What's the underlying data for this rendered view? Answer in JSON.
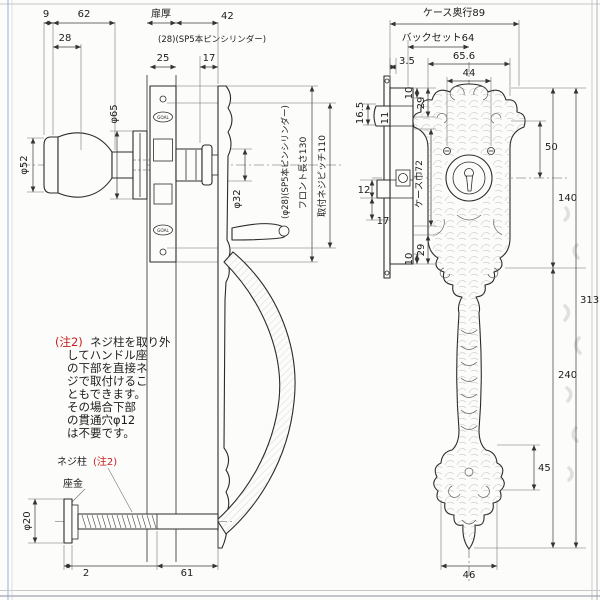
{
  "doc": {
    "paper": "#fcfcfa",
    "ink": "#2b2b2b",
    "dim_color": "#3c3c3c",
    "red": "#c41f1f",
    "teal": "#8fbfae"
  },
  "side_view": {
    "dim_9": "9",
    "dim_62": "62",
    "dim_28": "28",
    "door_thickness": "扉厚",
    "dim_42": "42",
    "cyl_note_top": "(28)(SP5本ピンシリンダー)",
    "dim_25": "25",
    "dim_17": "17",
    "phi65": "φ65",
    "phi52": "φ52",
    "phi32": "φ32",
    "cyl_note_side": "(φ28)(SP5本ピンシリンダー)",
    "front_length": "フロント長さ130",
    "screw_pitch": "取付ネジピッチ110",
    "logo": "GOAL"
  },
  "front_view": {
    "case_depth": "ケース奥行89",
    "backset": "バックセット64",
    "dim_3_5": "3.5",
    "dim_65_6": "65.6",
    "dim_44": "44",
    "dim_10_top": "10",
    "dim_29_top": "29",
    "dim_16_5": "16.5",
    "dim_11": "11",
    "dim_12": "12",
    "case_width": "ケース巾72",
    "dim_17": "17",
    "dim_29_bottom": "29",
    "dim_10_bottom": "10",
    "dim_50": "50",
    "dim_140": "140",
    "dim_313": "313",
    "dim_240": "240",
    "dim_45": "45",
    "dim_46": "46"
  },
  "note": {
    "prefix": "(注2)",
    "lines": [
      "ネジ柱を取り外",
      "してハンドル座",
      "の下部を直接ネ",
      "ジで取付けるこ",
      "ともできます。",
      "その場合下部",
      "の貫通穴φ12",
      "は不要です。"
    ]
  },
  "screw_post": {
    "label": "ネジ柱",
    "label_note": "(注2)",
    "washer_label": "座金",
    "phi20": "φ20",
    "dim_2": "2",
    "dim_61": "61"
  }
}
